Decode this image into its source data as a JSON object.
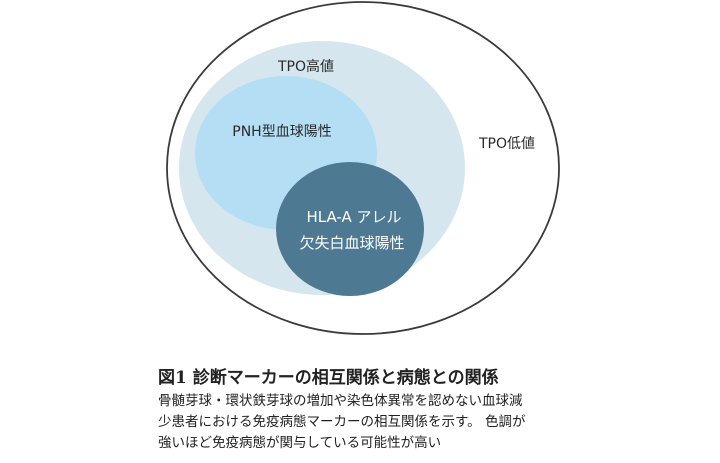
{
  "diagram": {
    "regions": [
      {
        "id": "tpo-low",
        "label": "TPO低値",
        "fill": "#ffffff",
        "stroke": "#3b3b3b"
      },
      {
        "id": "tpo-high",
        "label": "TPO高値",
        "fill": "#d5e6ef"
      },
      {
        "id": "pnh",
        "label": "PNH型血球陽性",
        "fill": "#b3def4"
      },
      {
        "id": "hla",
        "label_line1": "HLA-A アレル",
        "label_line2": "欠失白血球陽性",
        "fill": "#4d7a92"
      }
    ]
  },
  "caption": {
    "title": "図1  診断マーカーの相互関係と病態との関係",
    "line1": "骨髄芽球・環状鉄芽球の増加や染色体異常を認めない血球減",
    "line2": "少患者における免疫病態マーカーの相互関係を示す。 色調が",
    "line3": "強いほど免疫病態が関与している可能性が高い"
  }
}
